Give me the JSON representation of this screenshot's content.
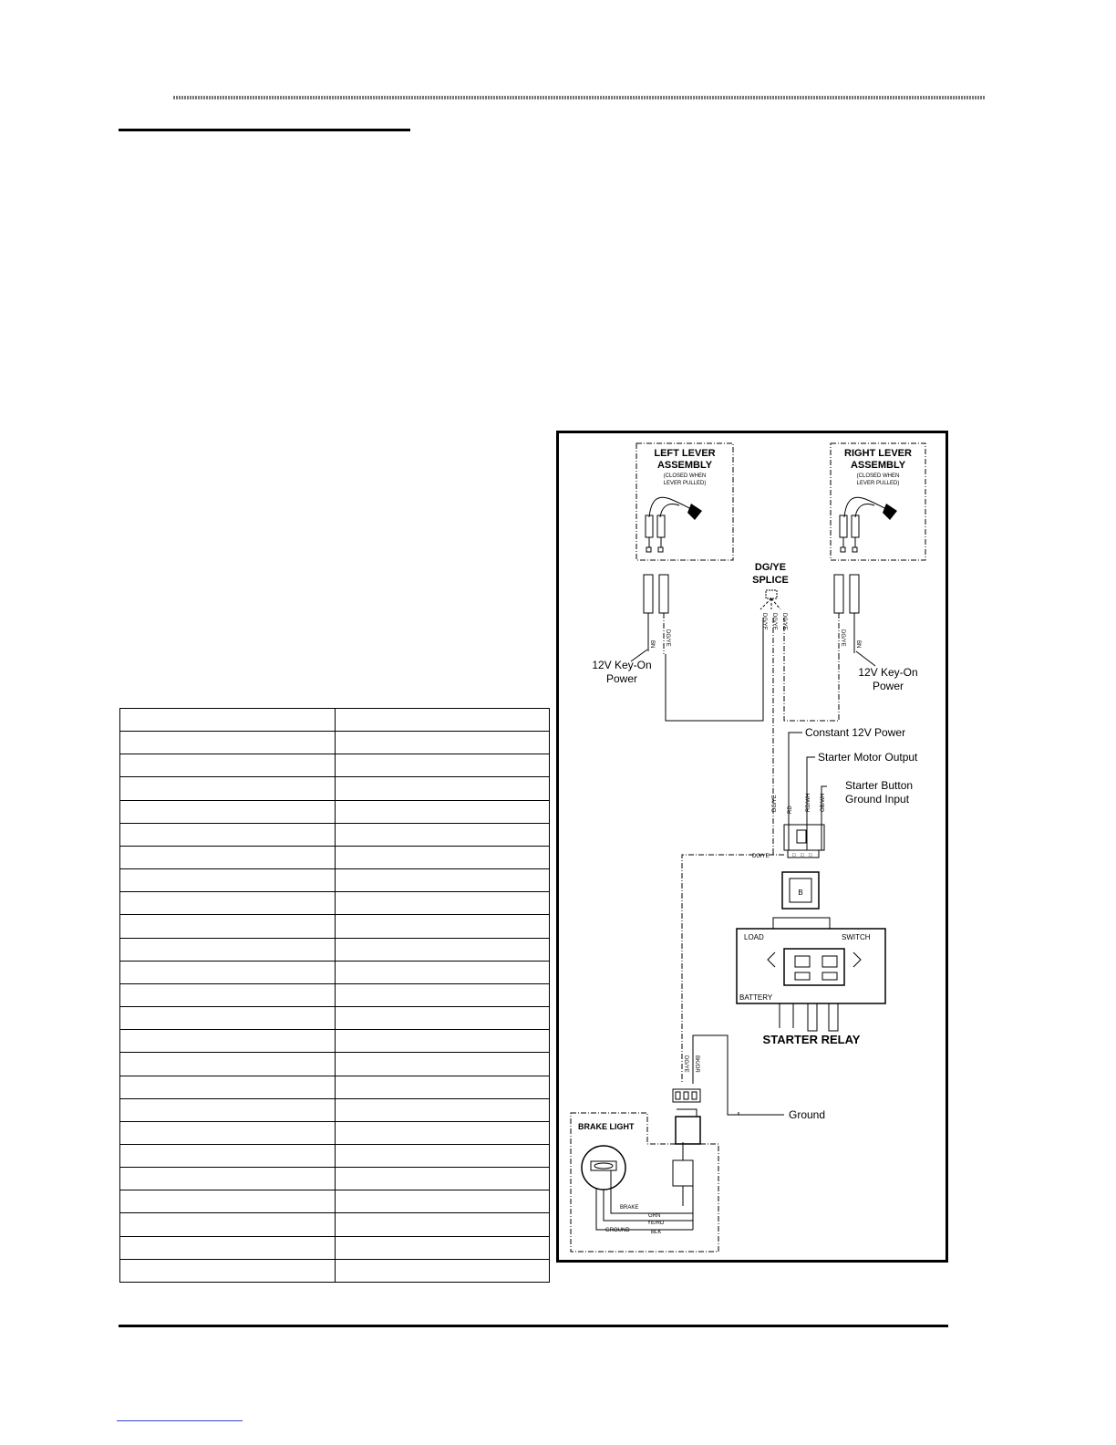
{
  "diagram": {
    "left_assembly": {
      "title_line1": "LEFT LEVER",
      "title_line2": "ASSEMBLY",
      "note_line1": "(CLOSED WHEN",
      "note_line2": "LEVER PULLED)"
    },
    "right_assembly": {
      "title_line1": "RIGHT LEVER",
      "title_line2": "ASSEMBLY",
      "note_line1": "(CLOSED WHEN",
      "note_line2": "LEVER PULLED)"
    },
    "splice": {
      "line1": "DG/YE",
      "line2": "SPLICE"
    },
    "labels": {
      "key_on_left_1": "12V Key-On",
      "key_on_left_2": "Power",
      "key_on_right_1": "12V Key-On",
      "key_on_right_2": "Power",
      "constant_power": "Constant 12V Power",
      "starter_motor": "Starter Motor Output",
      "starter_button_1": "Starter Button",
      "starter_button_2": "Ground Input",
      "ground": "Ground",
      "starter_relay": "STARTER RELAY",
      "brake_light": "BRAKE LIGHT"
    },
    "wire_codes": {
      "bn": "BN",
      "dgye": "DG/YE",
      "rd": "RD",
      "rdwh": "RD/WH",
      "obwh": "OB/WH",
      "bkor": "BK/OR",
      "grn": "GRN",
      "yerd": "YE/RD",
      "blk": "BLK",
      "brake": "BRAKE",
      "ground": "GROUND"
    },
    "relay": {
      "load": "LOAD",
      "switch": "SWITCH",
      "battery": "BATTERY",
      "plug": "B"
    }
  }
}
